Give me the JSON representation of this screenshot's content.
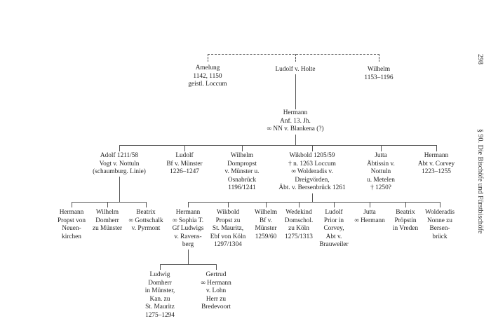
{
  "page_number": "298",
  "running_head": "§ 90. Die Bischöfe und Fürstbischöfe",
  "tree": {
    "gen0": [
      {
        "lines": [
          "Amelung",
          "1142, 1150",
          "geistl. Loccum"
        ]
      },
      {
        "lines": [
          "Ludolf v. Holte"
        ]
      },
      {
        "lines": [
          "Wilhelm",
          "1153–1196"
        ]
      }
    ],
    "gen1": [
      {
        "lines": [
          "Hermann",
          "Anf. 13. Jh.",
          "∞ NN v. Blankena (?)"
        ]
      }
    ],
    "gen2": [
      {
        "lines": [
          "Adolf 1211/58",
          "Vogt v. Nottuln",
          "(schaumburg. Linie)"
        ]
      },
      {
        "lines": [
          "Ludolf",
          "Bf v. Münster",
          "1226–1247"
        ]
      },
      {
        "lines": [
          "Wilhelm",
          "Dompropst",
          "v. Münster u.",
          "Osnabrück",
          "1196/1241"
        ]
      },
      {
        "lines": [
          "Wikbold 1205/59",
          "† n. 1263 Loccum",
          "∞ Wolderadis v.",
          "Dreigvörden,",
          "Äbt. v. Bersenbrück 1261"
        ]
      },
      {
        "lines": [
          "Jutta",
          "Äbtissin v.",
          "Nottuln",
          "u. Metelen",
          "† 1250?"
        ]
      },
      {
        "lines": [
          "Hermann",
          "Abt v. Corvey",
          "1223–1255"
        ]
      }
    ],
    "gen3_adolf": [
      {
        "lines": [
          "Hermann",
          "Propst von",
          "Neuen-",
          "kirchen"
        ]
      },
      {
        "lines": [
          "Wilhelm",
          "Domherr",
          "zu Münster"
        ]
      },
      {
        "lines": [
          "Beatrix",
          "∞ Gottschalk",
          "v. Pyrmont"
        ]
      }
    ],
    "gen3_wikbold": [
      {
        "lines": [
          "Hermann",
          "∞ Sophia T.",
          "Gf Ludwigs",
          "v. Ravens-",
          "berg"
        ]
      },
      {
        "lines": [
          "Wikbold",
          "Propst zu",
          "St. Mauritz,",
          "Ebf von Köln",
          "1297/1304"
        ]
      },
      {
        "lines": [
          "Wilhelm",
          "Bf v.",
          "Münster",
          "1259/60"
        ]
      },
      {
        "lines": [
          "Wedekind",
          "Domschol.",
          "zu Köln",
          "1275/1313"
        ]
      },
      {
        "lines": [
          "Ludolf",
          "Prior in",
          "Corvey,",
          "Abt v.",
          "Brauweiler"
        ]
      },
      {
        "lines": [
          "Jutta",
          "∞ Hermann"
        ]
      },
      {
        "lines": [
          "Beatrix",
          "Pröpstin",
          "in Vreden"
        ]
      },
      {
        "lines": [
          "Wolderadis",
          "Nonne zu",
          "Bersen-",
          "brück"
        ]
      }
    ],
    "gen4": [
      {
        "lines": [
          "Ludwig",
          "Domherr",
          "in Münster,",
          "Kan. zu",
          "St. Mauritz",
          "1275–1294"
        ]
      },
      {
        "lines": [
          "Gertrud",
          "∞ Hermann",
          "v. Lohn",
          "Herr zu",
          "Bredevoort"
        ]
      }
    ]
  }
}
